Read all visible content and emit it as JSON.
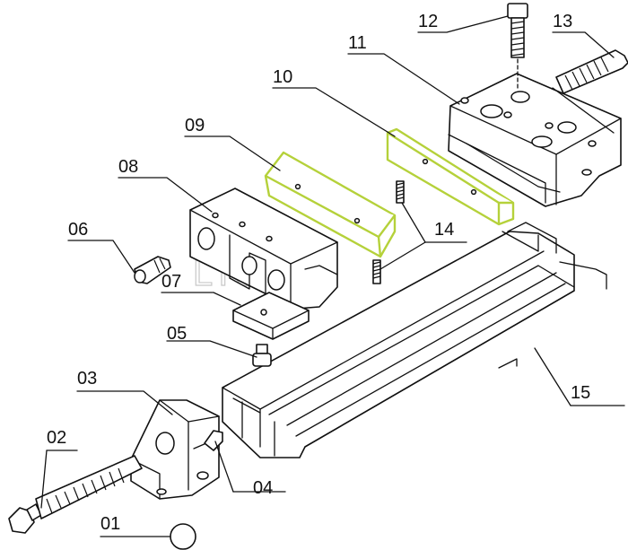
{
  "diagram": {
    "colors": {
      "line": "#111111",
      "jaw_outline": "#b5d13a",
      "watermark": "#c8c8c8"
    },
    "watermark": "LIGHT",
    "labels": {
      "p01": "01",
      "p02": "02",
      "p03": "03",
      "p04": "04",
      "p05": "05",
      "p06": "06",
      "p07": "07",
      "p08": "08",
      "p09": "09",
      "p10": "10",
      "p11": "11",
      "p12": "12",
      "p13": "13",
      "p14": "14",
      "p15": "15"
    }
  }
}
